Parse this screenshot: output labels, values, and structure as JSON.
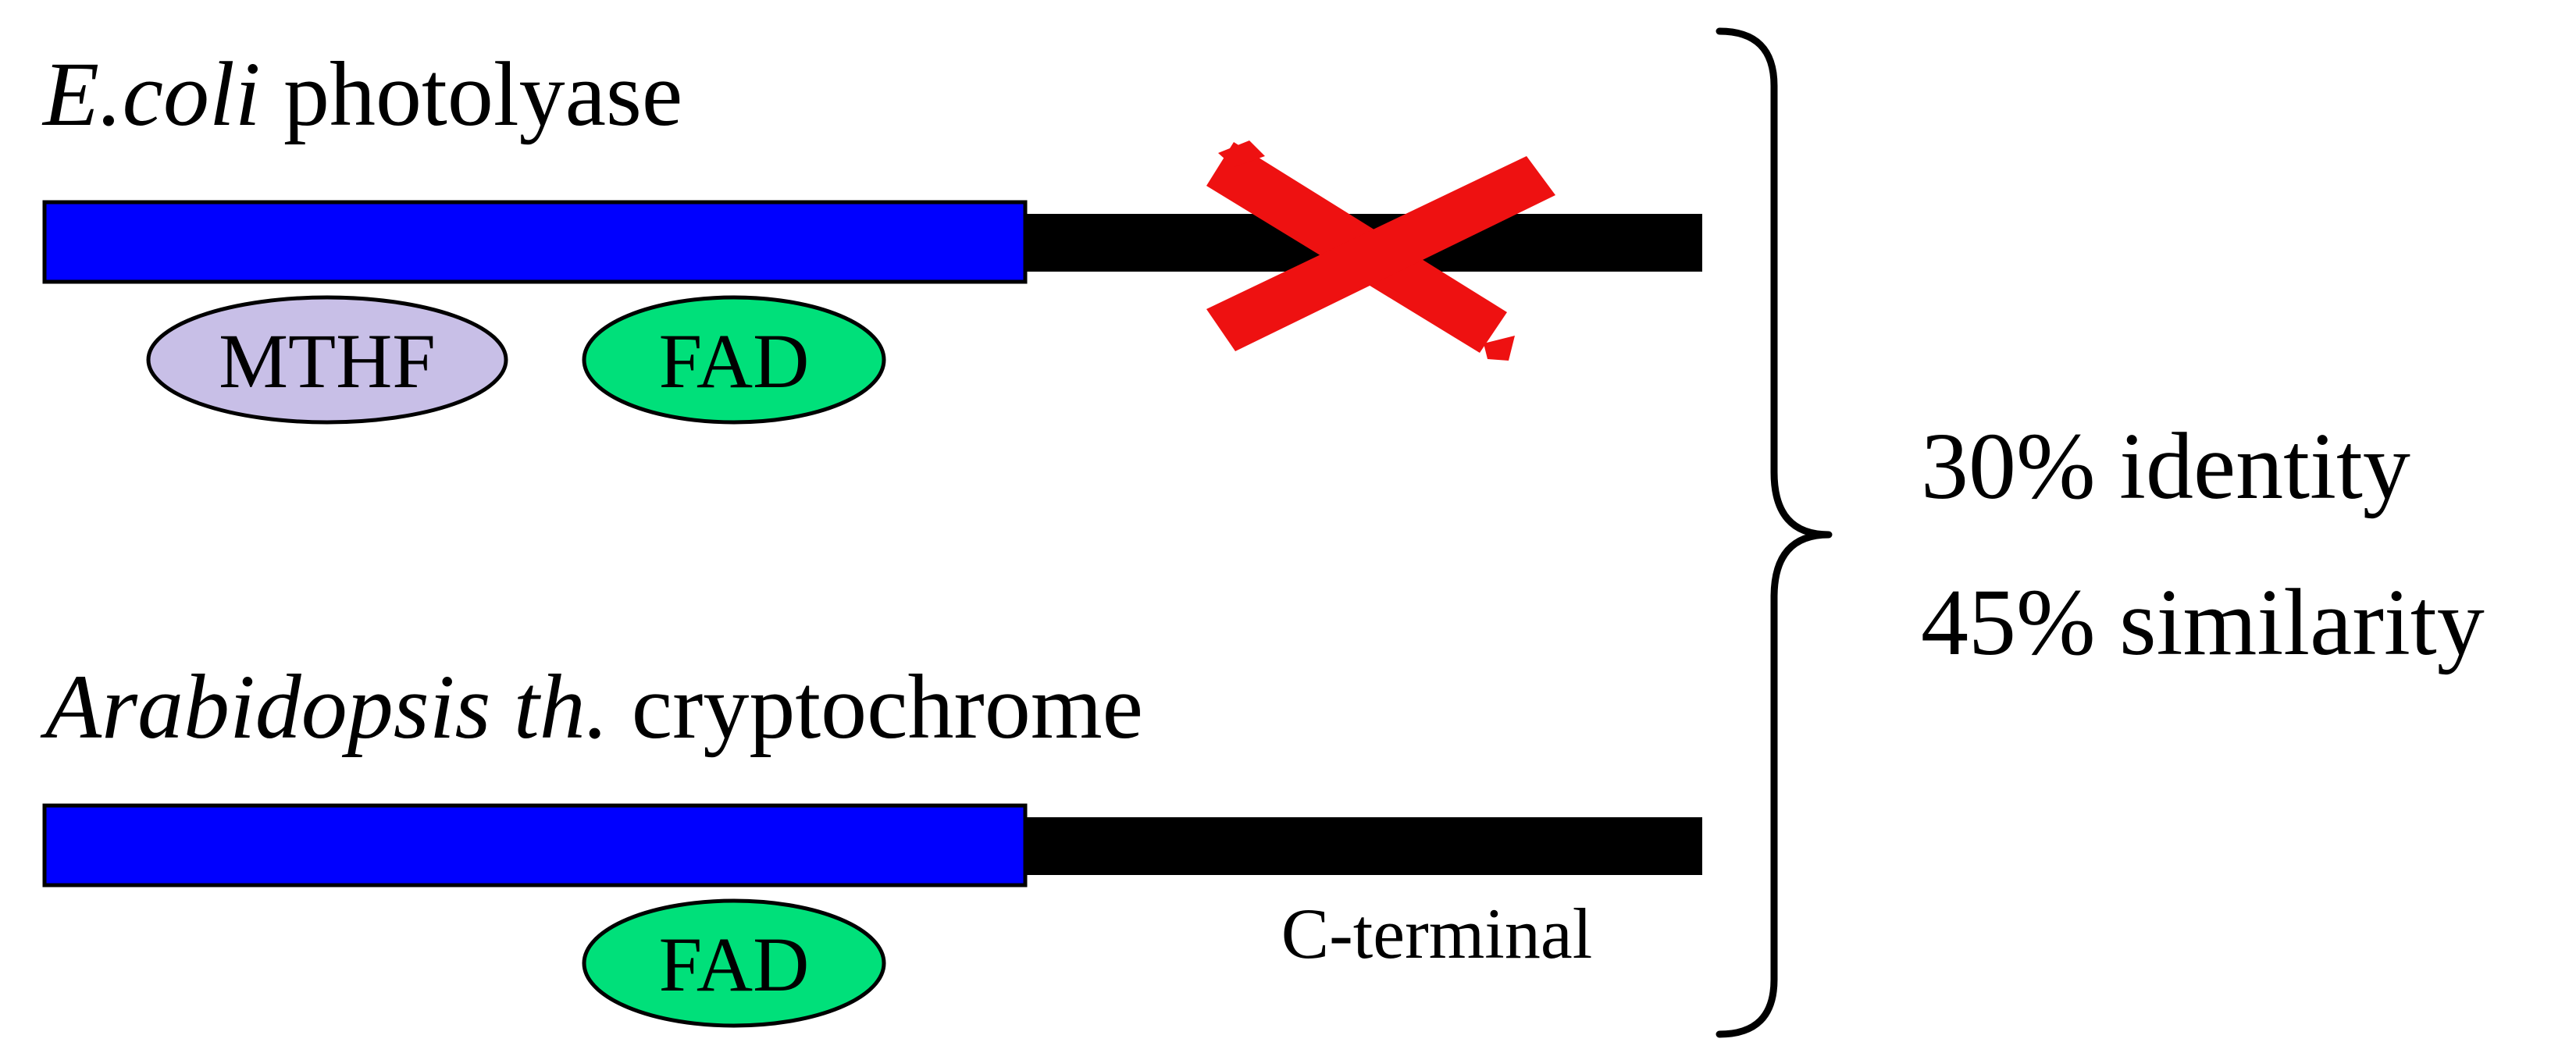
{
  "colors": {
    "conserved_domain": "#0000ff",
    "c_terminal": "#000000",
    "mthf": "#c8bfe7",
    "fad": "#00e07a",
    "cross": "#ee1111",
    "outline": "#000000",
    "text": "#000000"
  },
  "photolyase": {
    "organism": "E.coli",
    "protein": "photolyase",
    "cofactors": [
      "MTHF",
      "FAD"
    ],
    "c_terminal_absent": true
  },
  "cryptochrome": {
    "organism": "Arabidopsis th.",
    "protein": "cryptochrome",
    "cofactors": [
      "FAD"
    ],
    "c_terminal_label": "C-terminal"
  },
  "comparison": {
    "identity": "30% identity",
    "similarity": "45% similarity"
  }
}
